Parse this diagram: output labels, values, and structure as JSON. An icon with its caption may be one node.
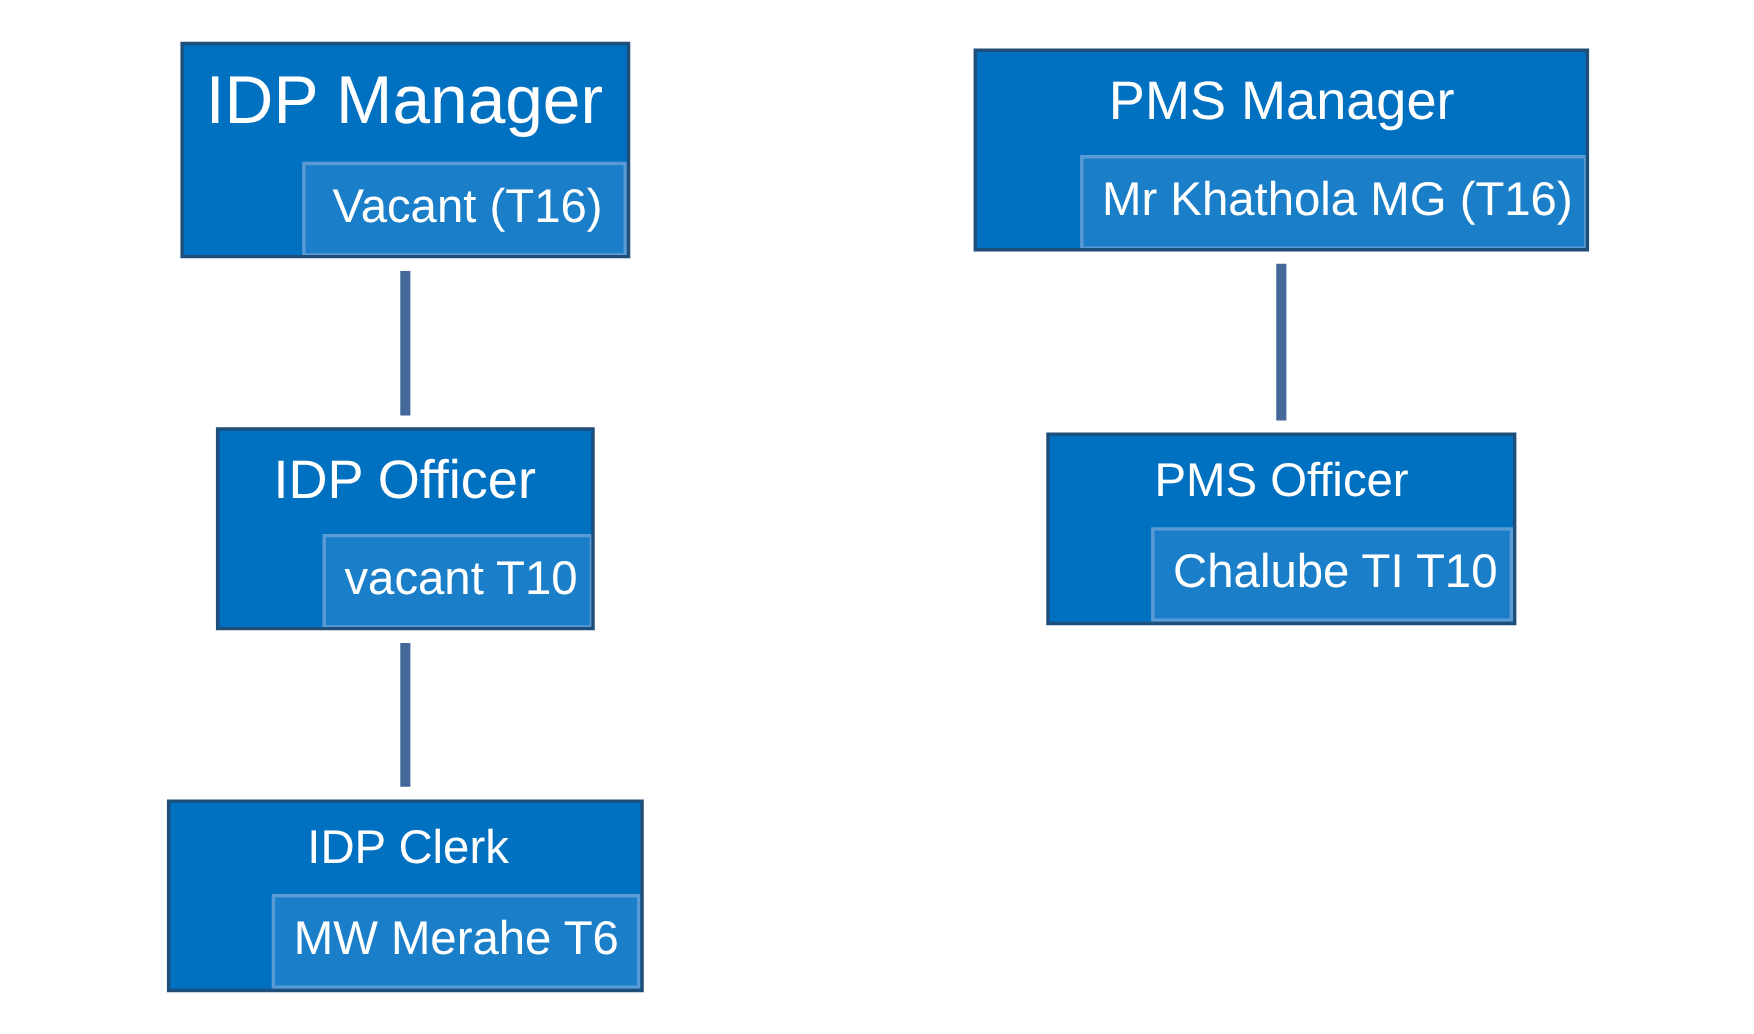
{
  "diagram": {
    "nodes": [
      {
        "text": [
          "IDP Manager",
          "Vacant (T16)"
        ]
      },
      {
        "text": [
          "PMS Manager",
          "Mr Khathola MG (T16)"
        ]
      },
      {
        "text": [
          "PMS Officer",
          "Chalube TI T10"
        ]
      },
      {
        "text": [
          "IDP Officer",
          "vacant T10"
        ]
      },
      {
        "text": [
          "IDP Clerk",
          "MW Merahe T6"
        ]
      }
    ],
    "edges": [
      {
        "from": 0,
        "to": 3,
        "arrow": "none"
      },
      {
        "from": 1,
        "to": 2,
        "arrow": "none"
      },
      {
        "from": 3,
        "to": 4,
        "arrow": "none"
      }
    ]
  }
}
